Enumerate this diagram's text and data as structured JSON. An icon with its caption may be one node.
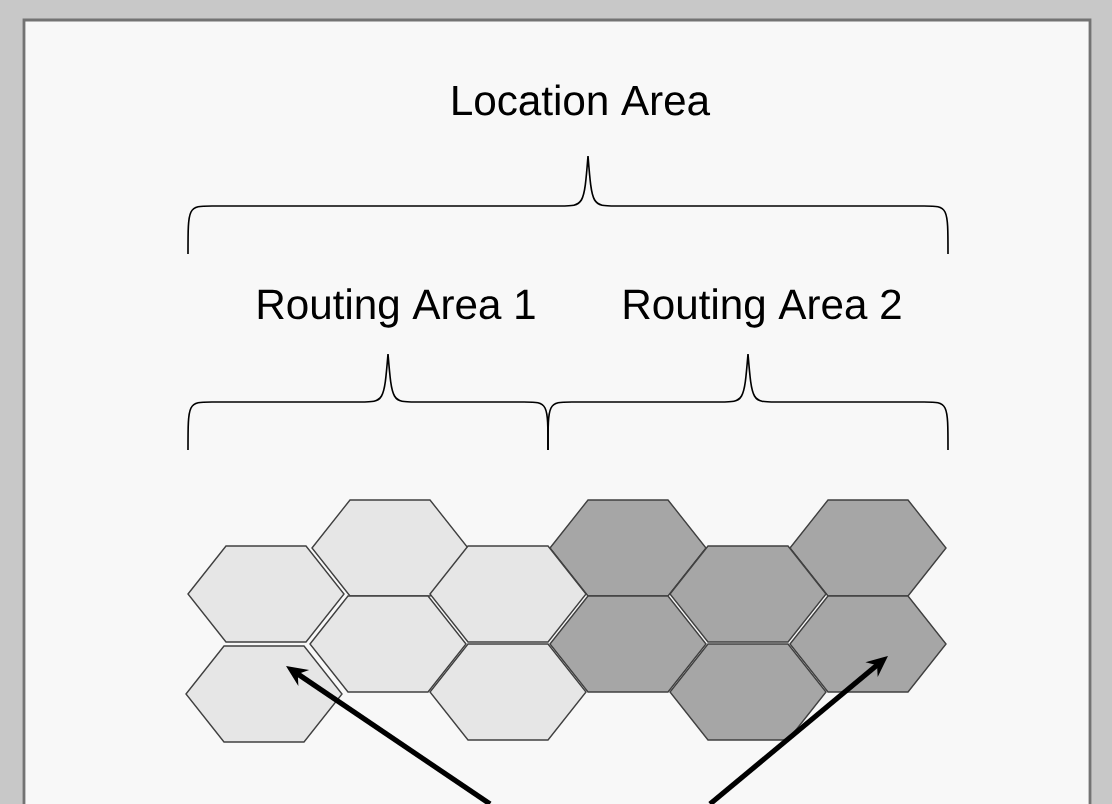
{
  "diagram": {
    "nodes": [
      {
        "text": [],
        "shape": "hexagon"
      },
      {
        "text": [],
        "shape": "hexagon"
      },
      {
        "text": [],
        "shape": "hexagon"
      },
      {
        "text": [],
        "shape": "hexagon"
      },
      {
        "text": [],
        "shape": "hexagon"
      },
      {
        "text": [],
        "shape": "hexagon"
      },
      {
        "text": [],
        "shape": "hexagon"
      },
      {
        "text": [],
        "shape": "hexagon"
      },
      {
        "text": [],
        "shape": "hexagon"
      },
      {
        "text": [],
        "shape": "hexagon"
      },
      {
        "text": [],
        "shape": "hexagon"
      },
      {
        "text": [],
        "shape": "hexagon"
      }
    ],
    "edges": [
      {
        "from": null,
        "to": 9,
        "arrow": "to"
      },
      {
        "from": null,
        "to": 8,
        "arrow": "to"
      }
    ],
    "labels": [
      "Location Area",
      "Routing Area 1",
      "Routing Area 2"
    ]
  }
}
